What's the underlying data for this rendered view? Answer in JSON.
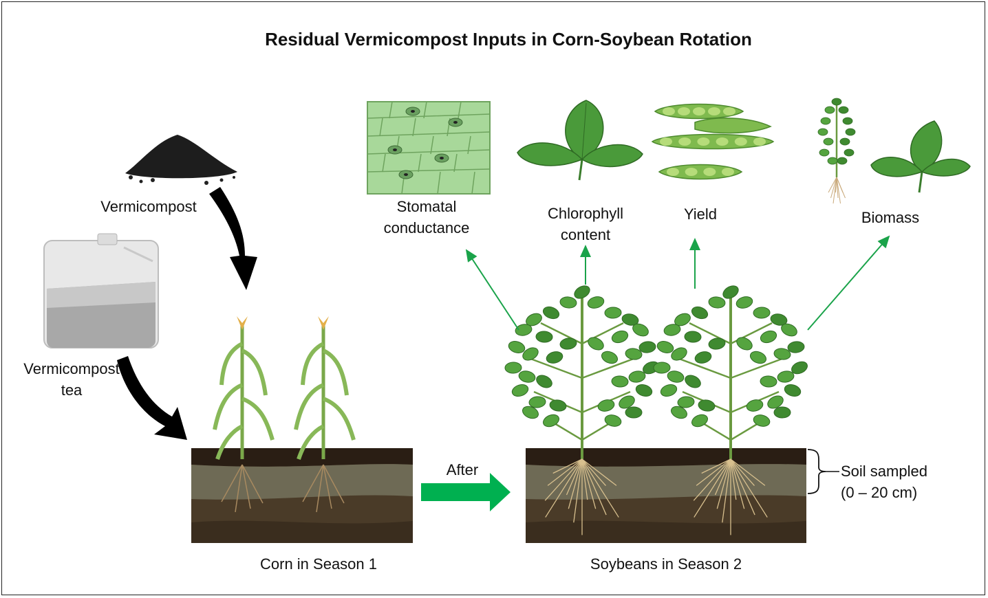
{
  "title": "Residual Vermicompost Inputs in Corn-Soybean Rotation",
  "inputs": {
    "vermicompost": "Vermicompost",
    "tea_line1": "Vermicompost",
    "tea_line2": "tea"
  },
  "stages": {
    "corn": "Corn in Season 1",
    "transition": "After",
    "soybean": "Soybeans in Season 2"
  },
  "outcomes": {
    "stomatal_line1": "Stomatal",
    "stomatal_line2": "conductance",
    "chlorophyll_line1": "Chlorophyll",
    "chlorophyll_line2": "content",
    "yield": "Yield",
    "biomass": "Biomass"
  },
  "soil": {
    "line1": "Soil sampled",
    "line2": "(0 – 20 cm)"
  },
  "colors": {
    "arrow_green": "#1aa34a",
    "flow_green": "#00b050",
    "leaf": "#4a9a3a",
    "soil_dark": "#2a1e14",
    "soil_mid": "#6e6a55",
    "soil_deep": "#4a3b28"
  }
}
